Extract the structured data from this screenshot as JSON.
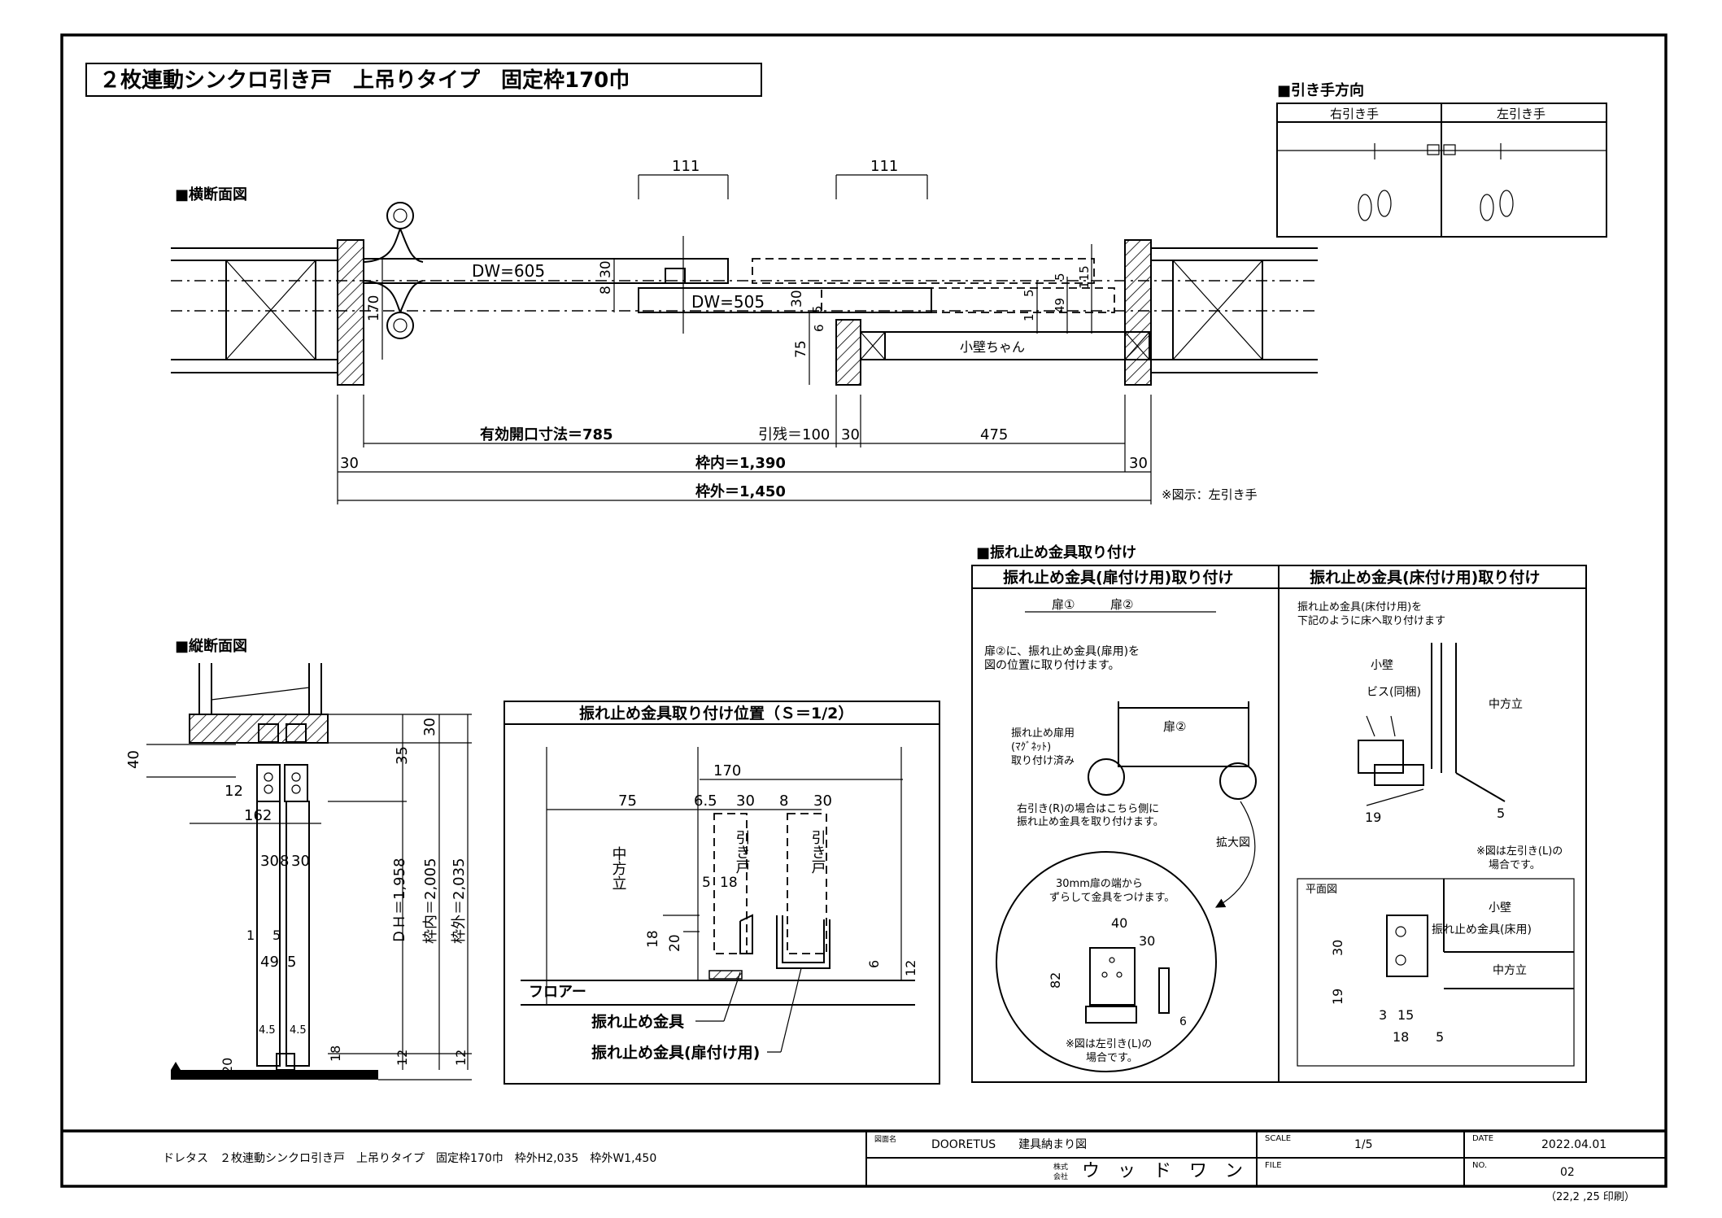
{
  "title": "２枚連動シンクロ引き戸　上吊りタイプ　固定枠170巾",
  "plan": {
    "heading": "■横断面図",
    "dim_111a": "111",
    "dim_111b": "111",
    "dw605": "DW=605",
    "dw505": "DW=505",
    "d30a": "30",
    "d8": "8",
    "d30b": "30",
    "d5": "5",
    "d6": "6",
    "d75": "75",
    "d170": "170",
    "d1": "1",
    "d5b": "5",
    "d49": "49",
    "d5c": "5",
    "d115": "115",
    "kokabe": "小壁ちゃん",
    "eff": "有効開口寸法＝785",
    "hikinokori": "引残＝100",
    "d30c": "30",
    "d475": "475",
    "d30l": "30",
    "wakuuchi": "枠内＝1,390",
    "d30r": "30",
    "wakusoto": "枠外＝1,450",
    "note": "※図示：左引き手"
  },
  "direction": {
    "heading": "■引き手方向",
    "right": "右引き手",
    "left": "左引き手"
  },
  "section": {
    "heading": "■縦断面図",
    "d40": "40",
    "d12": "12",
    "d162": "162",
    "d30a": "30",
    "d8": "8",
    "d30b": "30",
    "d1": "1",
    "d5": "5",
    "d49": "49",
    "d5b": "5",
    "d4_5a": "4.5",
    "d4_5b": "4.5",
    "d20": "20",
    "d18": "18",
    "d30top": "30",
    "d35": "35",
    "dh": "ＤＨ＝1,958",
    "wakuuchi": "枠内＝2,005",
    "wakusoto": "枠外＝2,035",
    "d12b": "12",
    "d12c": "12"
  },
  "position": {
    "heading": "振れ止め金具取り付け位置（Ｓ＝1/2）",
    "d170": "170",
    "d75": "75",
    "d6_5": "6.5",
    "d30a": "30",
    "d8": "8",
    "d30b": "30",
    "nakahodate": "中方立",
    "hikido1": "引き戸",
    "hikido2": "引き戸",
    "d5": "5",
    "d18": "18",
    "d18b": "18",
    "d20": "20",
    "d6": "6",
    "d12": "12",
    "floor": "フロアー",
    "label1": "振れ止め金具",
    "label2": "振れ止め金具(扉付け用)"
  },
  "install": {
    "heading": "■振れ止め金具取り付け",
    "left_title": "振れ止め金具(扉付け用)取り付け",
    "right_title": "振れ止め金具(床付け用)取り付け",
    "door1": "扉①",
    "door2": "扉②",
    "instr1": "扉②に、振れ止め金具(扉用)を",
    "instr2": "図の位置に取り付けます。",
    "door2b": "扉②",
    "done1": "振れ止め扉用",
    "done2": "(ﾏｸﾞﾈｯﾄ)",
    "done3": "取り付け済み",
    "right1": "右引き(R)の場合はこちら側に",
    "right2": "振れ止め金具を取り付けます。",
    "kakudai": "拡大図",
    "shift1": "30mm扉の端から",
    "shift2": "ずらして金具をつけます。",
    "d40": "40",
    "d30": "30",
    "d82": "82",
    "d6": "6",
    "noteL1": "※図は左引き(L)の",
    "noteL2": "場合です。",
    "floor1": "振れ止め金具(床付け用)を",
    "floor2": "下記のように床へ取り付けます",
    "kokabe": "小壁",
    "bis": "ビス(同梱)",
    "nakahodate": "中方立",
    "d19": "19",
    "d5": "5",
    "noteR1": "※図は左引き(L)の",
    "noteR2": "場合です。",
    "heimen": "平面図",
    "kokabe2": "小壁",
    "floorlabel": "振れ止め金具(床用)",
    "nakahodate2": "中方立",
    "d30b": "30",
    "d19b": "19",
    "d3": "3",
    "d15": "15",
    "d18": "18",
    "d5b": "5"
  },
  "titleblock": {
    "desc": "ドレタス　２枚連動シンクロ引き戸　上吊りタイプ　固定枠170巾　枠外H2,035　枠外W1,450",
    "zumenmei_label": "図面名",
    "zumenmei": "DOORETUS　　建具納まり図",
    "company_label1": "株式",
    "company_label2": "会社",
    "company": "ウ　ッ　ド　ワ　ン",
    "scale_label": "SCALE",
    "scale": "1/5",
    "file_label": "FILE",
    "date_label": "DATE",
    "date": "2022.04.01",
    "no_label": "NO.",
    "no": "02",
    "print": "（22,2 ,25 印刷）"
  }
}
